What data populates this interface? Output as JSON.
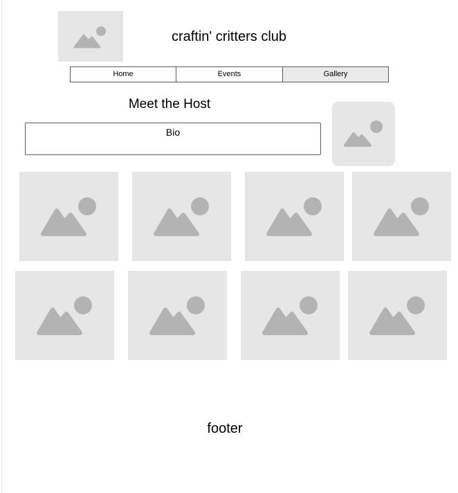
{
  "header": {
    "title": "craftin' critters club",
    "logo_icon": "image-placeholder-icon"
  },
  "nav": {
    "items": [
      {
        "label": "Home",
        "active": false
      },
      {
        "label": "Events",
        "active": false
      },
      {
        "label": "Gallery",
        "active": true
      }
    ]
  },
  "host": {
    "heading": "Meet the Host",
    "bio_label": "Bio",
    "photo_icon": "image-placeholder-icon"
  },
  "gallery": {
    "rows": 2,
    "per_row": 4,
    "icon": "image-placeholder-icon"
  },
  "footer": {
    "text": "footer"
  },
  "colors": {
    "placeholder_bg": "#e6e6e6",
    "placeholder_glyph": "#b3b3b3",
    "active_tab_bg": "#eaeaea",
    "border": "#5c5c5c"
  }
}
